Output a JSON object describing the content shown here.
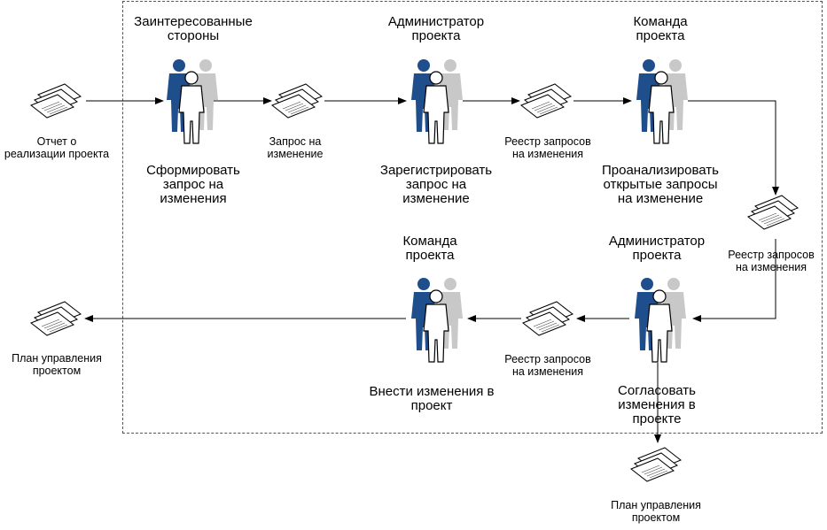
{
  "roles": {
    "stakeholders": "Заинтересованные\nстороны",
    "pm_admin_top": "Администратор\nпроекта",
    "team_top": "Команда\nпроекта",
    "team_bottom": "Команда\nпроекта",
    "pm_admin_bottom": "Администратор\nпроекта"
  },
  "actions": {
    "form_request": "Сформировать\nзапрос на\nизменения",
    "register_request": "Зарегистрировать\nзапрос на\nизменение",
    "analyze_requests": "Проанализировать\nоткрытые запросы\nна изменение",
    "approve_changes": "Согласовать\nизменения в\nпроекте",
    "apply_changes": "Внести изменения в\nпроект"
  },
  "documents": {
    "report": "Отчет о\nреализации проекта",
    "change_request": "Запрос на\nизменение",
    "registry_1": "Реестр запросов\nна изменения",
    "registry_2": "Реестр запросов\nна изменения",
    "registry_3": "Реестр запросов\nна изменения",
    "plan_left": "План управления\nпроектом",
    "plan_bottom": "План управления\nпроектом"
  },
  "colors": {
    "person_front_fill": "#ffffff",
    "person_mid_fill": "#1f4e8c",
    "person_back_fill": "#c8c8c8",
    "frame_border": "#555555",
    "arrow": "#000000"
  },
  "icons": {
    "people_group": "people-group-icon",
    "document_stack": "document-stack-icon"
  }
}
